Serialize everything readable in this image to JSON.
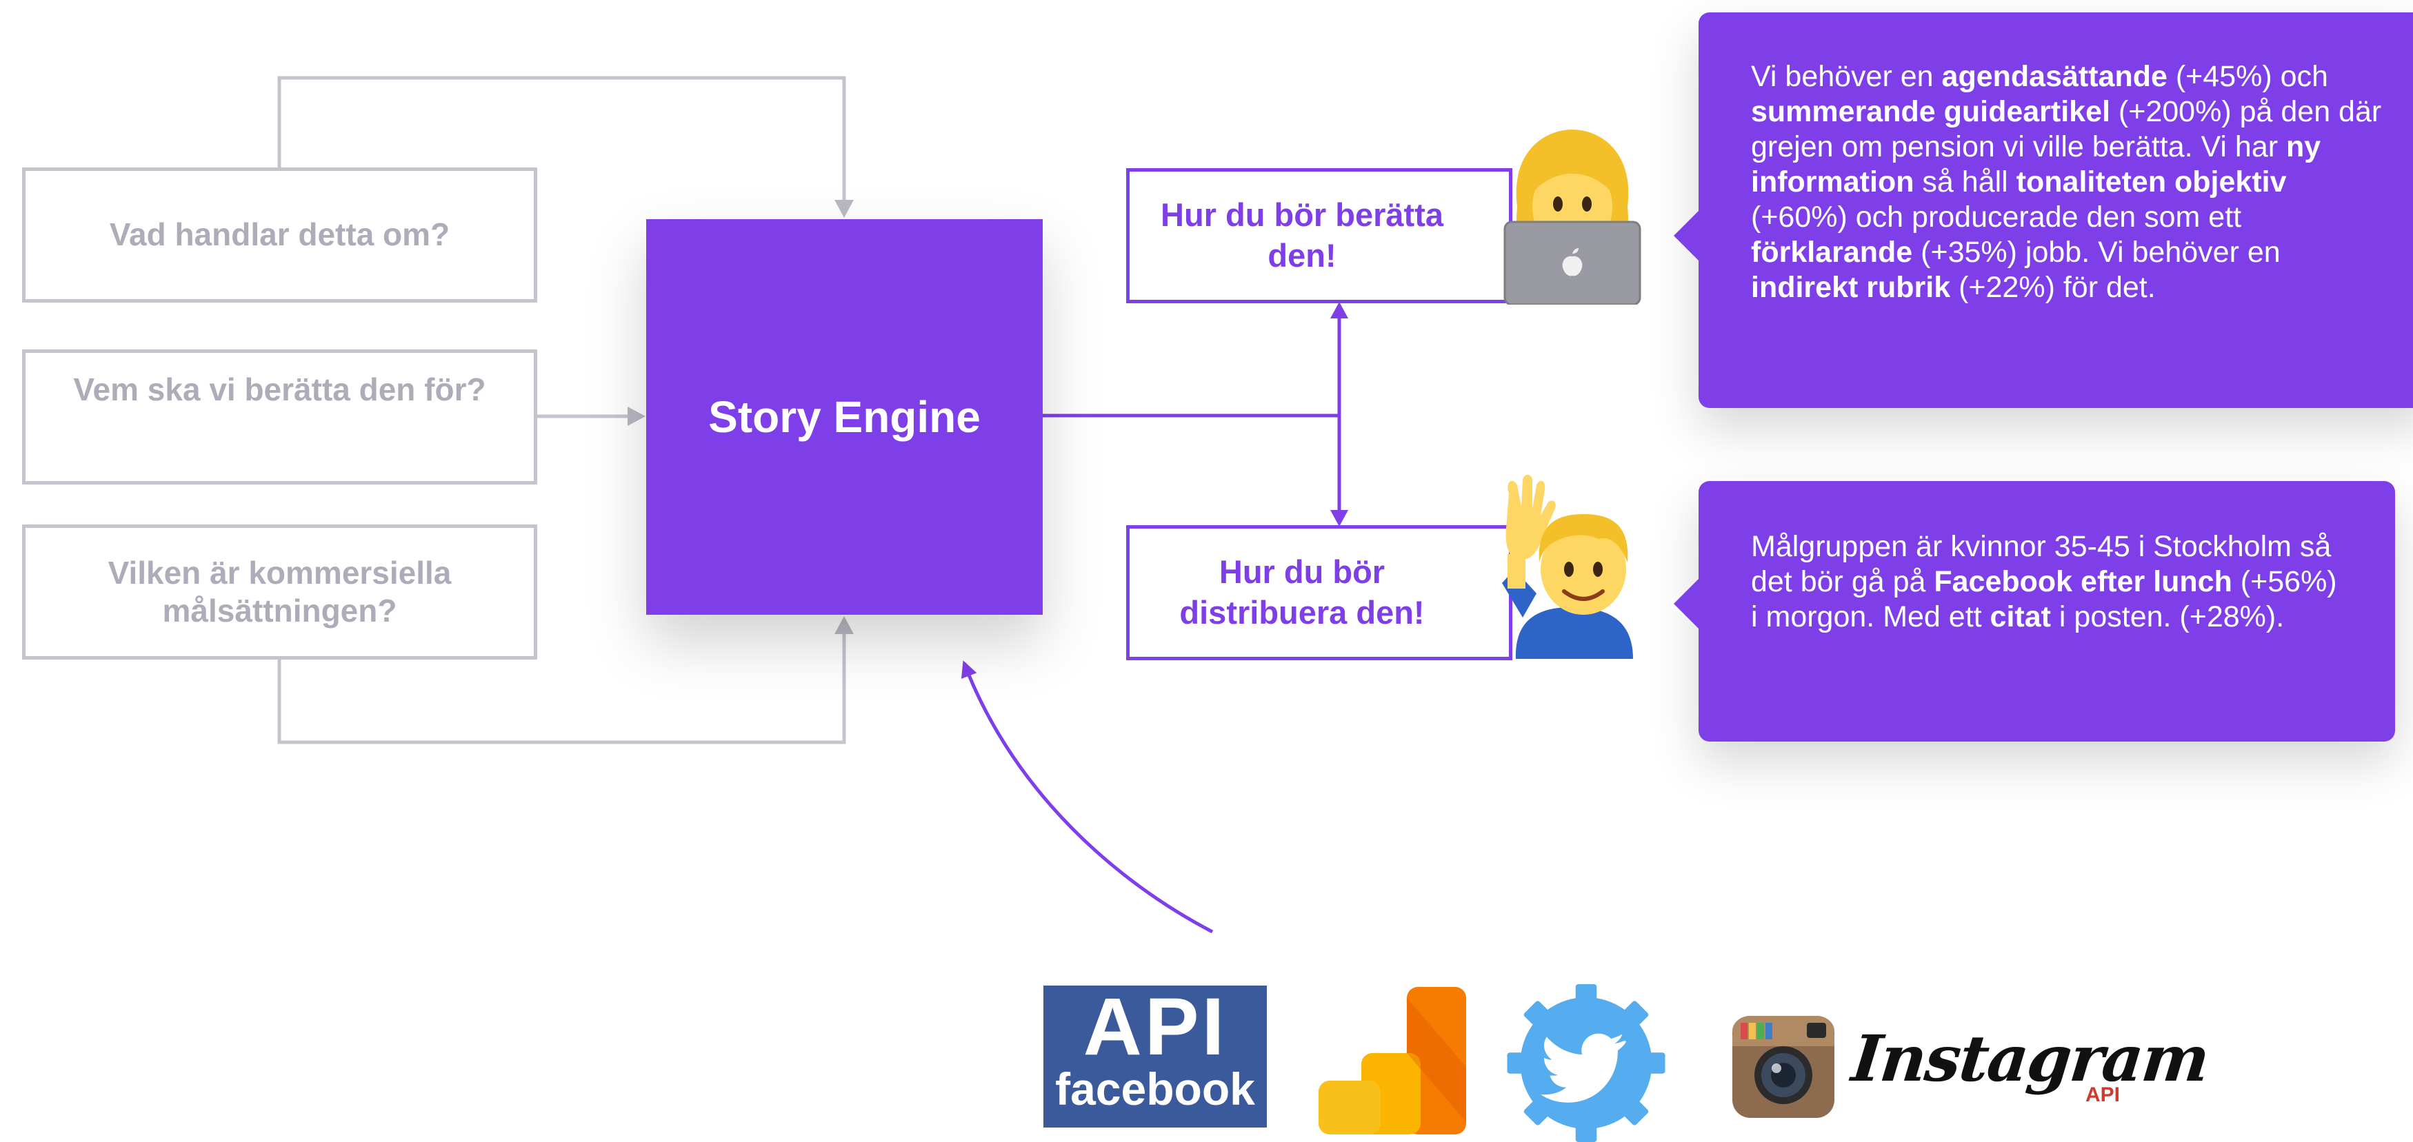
{
  "diagram": {
    "engine_label": "Story Engine",
    "questions": [
      {
        "lines": [
          "Vad handlar detta om?"
        ]
      },
      {
        "lines": [
          "Vem ska vi berätta den för?"
        ]
      },
      {
        "lines": [
          "Vilken är kommersiella",
          "målsättningen?"
        ]
      }
    ],
    "outputs": [
      {
        "lines": [
          "Hur du bör berätta",
          "den!"
        ],
        "emoji": "woman-technologist-emoji"
      },
      {
        "lines": [
          "Hur du bör",
          "distribuera den!"
        ],
        "emoji": "man-raising-hand-emoji"
      }
    ],
    "cards": [
      {
        "segments": [
          {
            "text": "Vi behöver en ",
            "bold": false
          },
          {
            "text": "agendasättande",
            "bold": true
          },
          {
            "text": " (+45%) och ",
            "bold": false
          },
          {
            "text": "summerande guideartikel",
            "bold": true
          },
          {
            "text": " (+200%) på den där grejen om pension vi ville berätta. Vi har ",
            "bold": false
          },
          {
            "text": "ny information",
            "bold": true
          },
          {
            "text": " så håll ",
            "bold": false
          },
          {
            "text": "tonaliteten objektiv",
            "bold": true
          },
          {
            "text": " (+60%) och producerade den som ett ",
            "bold": false
          },
          {
            "text": "förklarande",
            "bold": true
          },
          {
            "text": " (+35%) jobb. Vi behöver en ",
            "bold": false
          },
          {
            "text": "indirekt rubrik",
            "bold": true
          },
          {
            "text": " (+22%) för det.",
            "bold": false
          }
        ]
      },
      {
        "segments": [
          {
            "text": "Målgruppen är kvinnor 35-45 i Stockholm så det bör gå på ",
            "bold": false
          },
          {
            "text": "Facebook efter lunch",
            "bold": true
          },
          {
            "text": " (+56%) i morgon. Med ett ",
            "bold": false
          },
          {
            "text": "citat",
            "bold": true
          },
          {
            "text": " i posten. (+28%).",
            "bold": false
          }
        ]
      }
    ],
    "sources": {
      "facebook": {
        "api": "API",
        "name": "facebook"
      },
      "analytics": {
        "icon": "google-analytics-icon"
      },
      "twitter": {
        "icon": "twitter-gear-icon"
      },
      "instagram": {
        "name": "Instagram",
        "api": "API"
      }
    },
    "colors": {
      "accent": "#7f3fe8",
      "muted_text": "#adadb9",
      "muted_border": "#c4c4cd"
    }
  }
}
